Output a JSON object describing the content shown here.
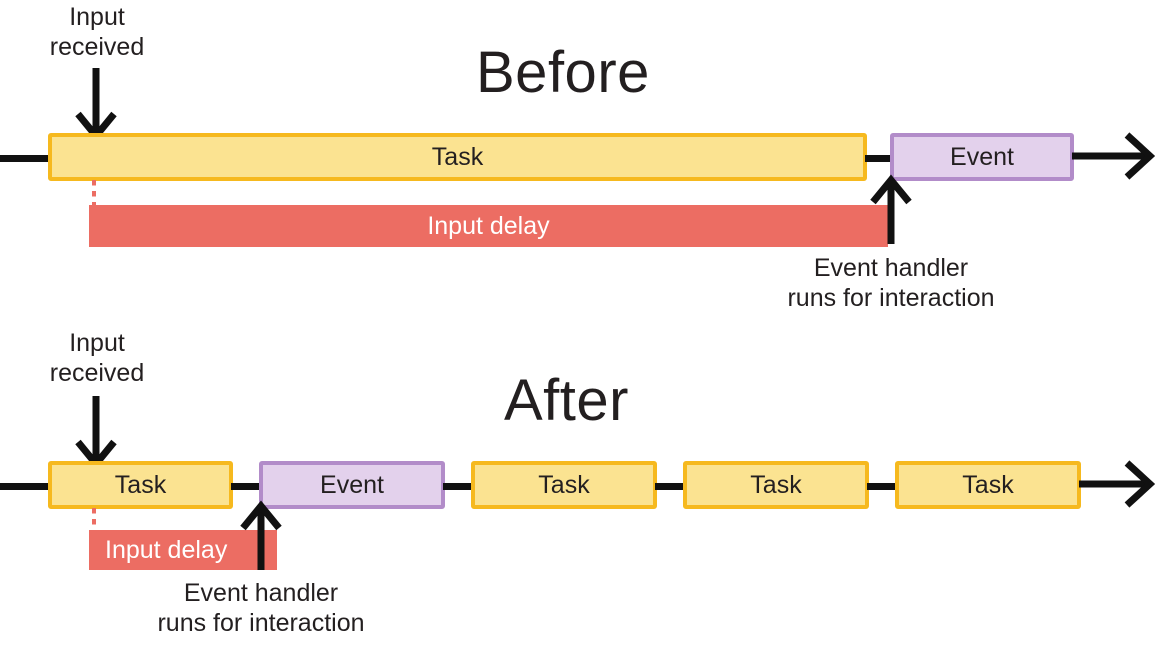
{
  "diagram": {
    "title_before": "Before",
    "title_after": "After",
    "labels": {
      "input_received": "Input\nreceived",
      "input_received_line1": "Input",
      "input_received_line2": "received",
      "event_handler_line1": "Event handler",
      "event_handler_line2": "runs for interaction",
      "input_delay": "Input delay",
      "task": "Task",
      "event": "Event"
    },
    "colors": {
      "task_fill": "#FBE391",
      "task_border": "#F6B91E",
      "event_fill": "#E3D1EC",
      "event_border": "#B28CC9",
      "delay_fill": "#EC6D63",
      "line": "#111111",
      "text": "#231F20",
      "delay_text": "#FFFFFF"
    },
    "before": {
      "title": "Before",
      "input_received_label": "Input received",
      "task_label": "Task",
      "event_label": "Event",
      "input_delay_label": "Input delay",
      "event_handler_label": "Event handler runs for interaction"
    },
    "after": {
      "title": "After",
      "input_received_label": "Input received",
      "event_label": "Event",
      "input_delay_label": "Input delay",
      "event_handler_label": "Event handler runs for interaction",
      "task_labels": [
        "Task",
        "Task",
        "Task",
        "Task"
      ]
    }
  }
}
